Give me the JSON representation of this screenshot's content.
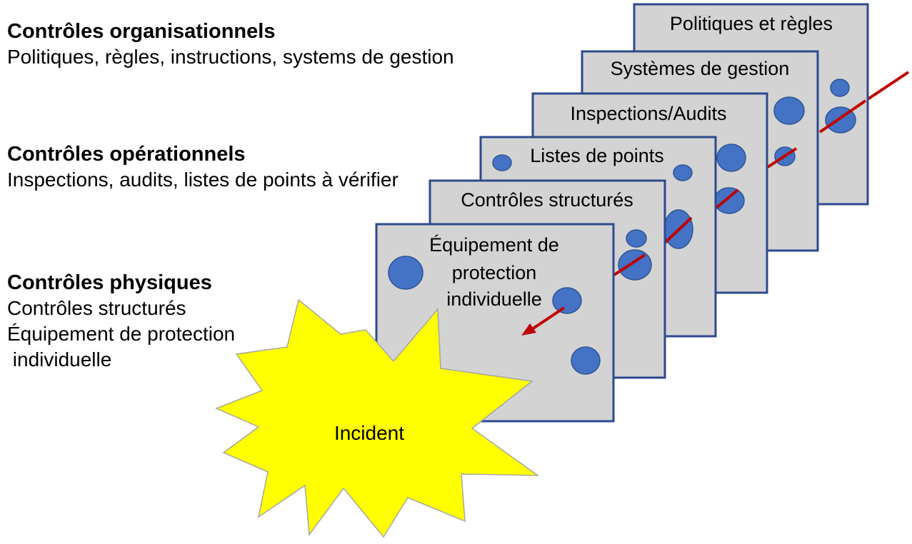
{
  "legend": {
    "organisational": {
      "heading": "Contrôles organisationnels",
      "body": "Politiques, règles, instructions, systems de gestion"
    },
    "operational": {
      "heading": "Contrôles opérationnels",
      "body": "Inspections, audits, listes de points à vérifier"
    },
    "physical": {
      "heading": "Contrôles physiques",
      "line1": "Contrôles structurés",
      "line2": "Équipement de protection",
      "line3": " individuelle"
    }
  },
  "layers": {
    "politiques": "Politiques et règles",
    "systemes": "Systèmes de gestion",
    "inspections": "Inspections/Audits",
    "listes": "Listes de points",
    "structures": "Contrôles structurés",
    "epi_line1": "Équipement de",
    "epi_line2": "protection",
    "epi_line3": "individuelle"
  },
  "incident_label": "Incident",
  "colors": {
    "slice_fill": "#d3d3d3",
    "slice_border": "#2e4a8e",
    "hole_fill": "#4472c4",
    "hole_border": "#2f5597",
    "trajectory": "#c00000",
    "incident_fill": "#ffff00",
    "incident_border": "#a6a6a6"
  }
}
